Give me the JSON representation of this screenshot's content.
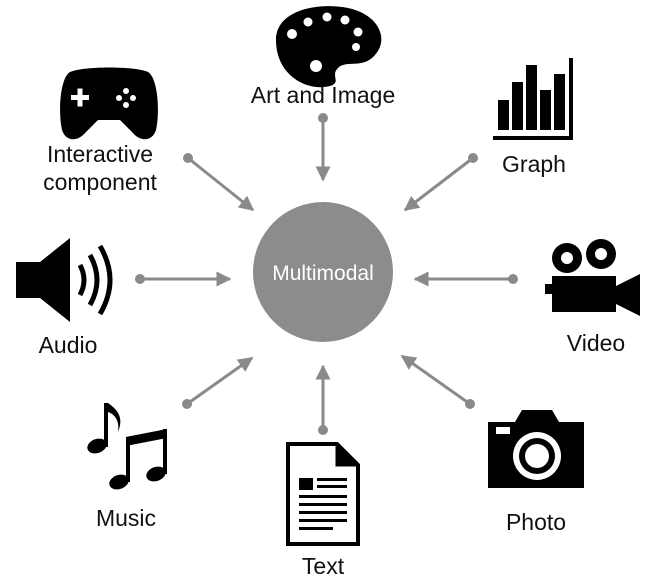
{
  "diagram": {
    "center": {
      "label": "Multimodal"
    },
    "colors": {
      "center_fill": "#8c8c8c",
      "connector": "#8a8a8a",
      "icon": "#000000"
    },
    "nodes": {
      "art_image": {
        "label": "Art and Image",
        "icon": "palette-icon"
      },
      "graph": {
        "label": "Graph",
        "icon": "bar-chart-icon"
      },
      "interactive": {
        "line1": "Interactive",
        "line2": "component",
        "icon": "gamepad-icon"
      },
      "audio": {
        "label": "Audio",
        "icon": "speaker-icon"
      },
      "video": {
        "label": "Video",
        "icon": "video-camera-icon"
      },
      "music": {
        "label": "Music",
        "icon": "music-note-icon"
      },
      "text": {
        "label": "Text",
        "icon": "document-icon"
      },
      "photo": {
        "label": "Photo",
        "icon": "photo-camera-icon"
      }
    }
  }
}
